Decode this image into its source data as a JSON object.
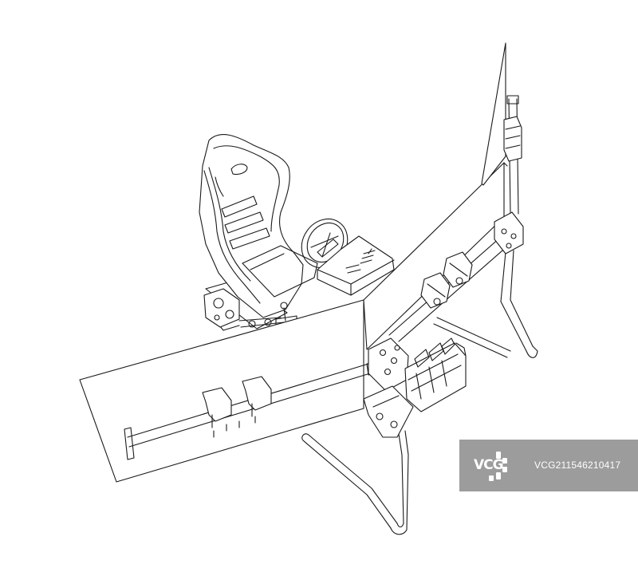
{
  "image": {
    "subject": "sim-racing-cockpit-line-drawing",
    "line_color": "#1a1a1a",
    "background_color": "#ffffff"
  },
  "watermark": {
    "brand": "VCG",
    "image_id": "VCG211546210417",
    "background_color": "#8f8f8f",
    "text_color": "#ffffff"
  }
}
